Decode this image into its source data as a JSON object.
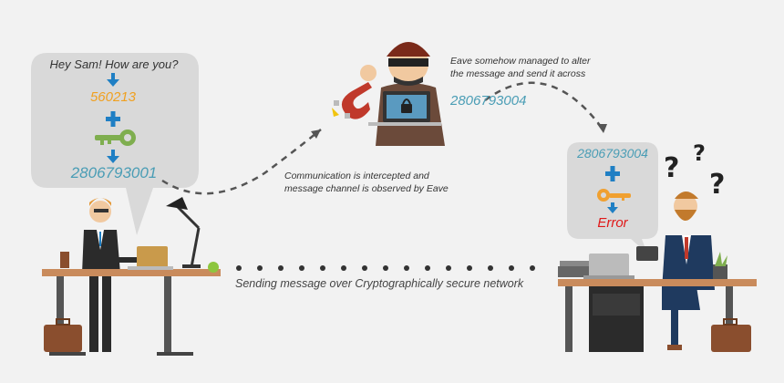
{
  "sender_bubble": {
    "greeting": "Hey Sam! How are you?",
    "message_number": "560213",
    "encrypted_number": "2806793001"
  },
  "eavesdropper": {
    "caption": "Eave somehow managed to alter the message and send it across",
    "altered_number": "2806793004"
  },
  "intercept_caption": "Communication is intercepted and message channel is observed by Eave",
  "network_caption": "Sending message over Cryptographically secure network",
  "receiver_bubble": {
    "received_number": "2806793004",
    "result": "Error"
  },
  "colors": {
    "background": "#f2f2f2",
    "bubble": "#d9d9d9",
    "number_teal": "#4a9db5",
    "message_orange": "#f0a020",
    "plus_blue": "#1f7fc4",
    "key_green": "#7fae4f",
    "key_orange": "#f0a030",
    "error_red": "#e01818",
    "network_green": "#8dc63f",
    "suit_navy": "#1f3a5f",
    "thief_brown": "#6b4a3a"
  }
}
